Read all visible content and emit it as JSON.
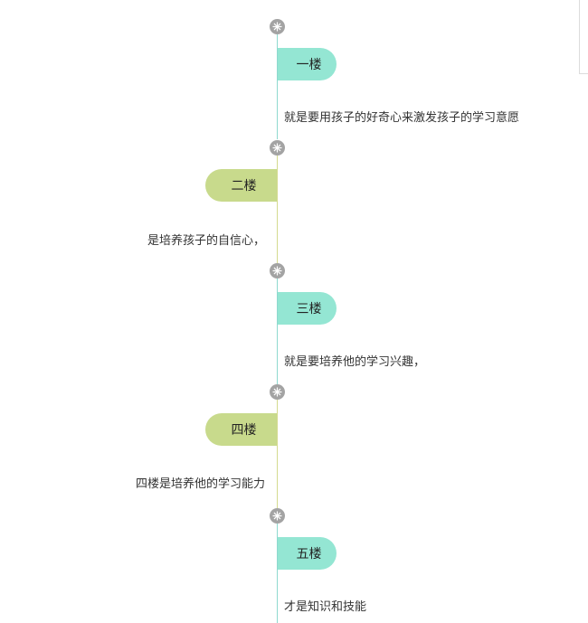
{
  "timeline": {
    "colors": {
      "teal_tag": "#94e6d3",
      "green_tag": "#c8da8c",
      "teal_line": "#8fd9cf",
      "green_line": "#d4da8f",
      "node": "#a3a3a3"
    },
    "node_icon": "asterisk-icon",
    "items": [
      {
        "tag": "一楼",
        "text": "就是要用孩子的好奇心来激发孩子的学习意愿"
      },
      {
        "tag": "二楼",
        "text": "是培养孩子的自信心，"
      },
      {
        "tag": "三楼",
        "text": "就是要培养他的学习兴趣，"
      },
      {
        "tag": "四楼",
        "text": "四楼是培养他的学习能力"
      },
      {
        "tag": "五楼",
        "text": "才是知识和技能"
      }
    ]
  }
}
